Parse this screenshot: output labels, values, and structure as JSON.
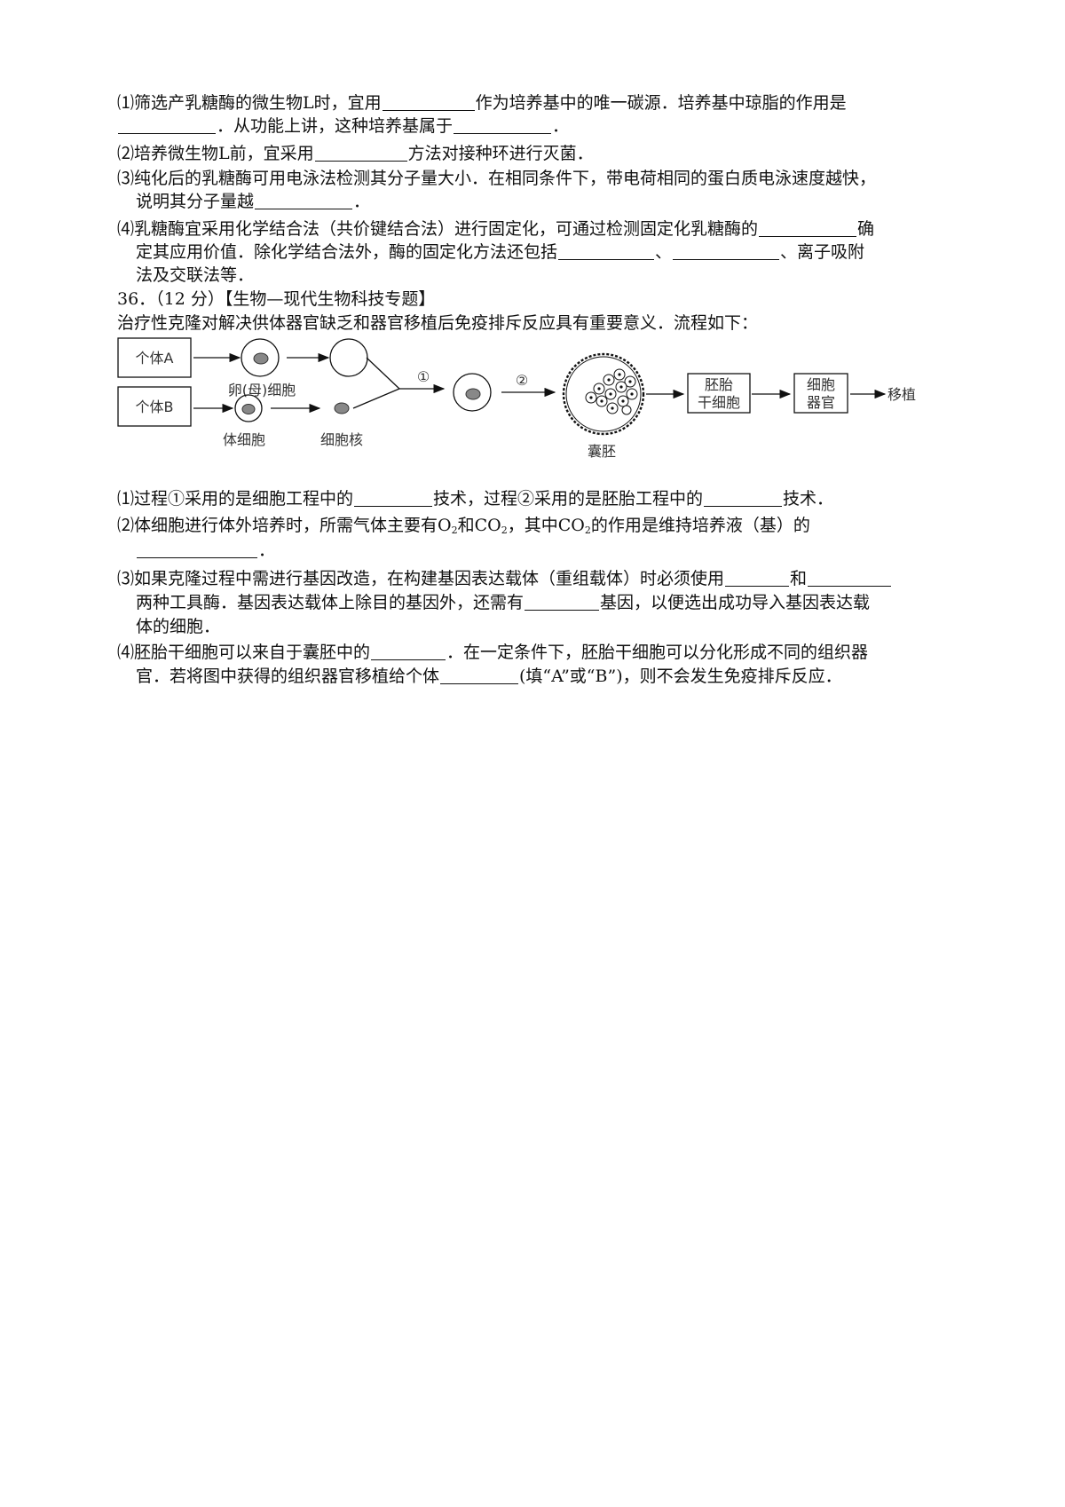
{
  "q35": {
    "p1": {
      "a": "⑴筛选产乳糖酶的微生物",
      "b": "L",
      "c": "时，宜用",
      "d": "作为培养基中的唯一碳源．培养基中琼脂的作用是",
      "e": "．从功能上讲，这种培养基属于",
      "f": "．"
    },
    "p2": {
      "a": "⑵培养微生物",
      "b": "L",
      "c": "前，宜采用",
      "d": "方法对接种环进行灭菌．"
    },
    "p3": {
      "a": "⑶纯化后的乳糖酶可用电泳法检测其分子量大小．在相同条件下，带电荷相同的蛋白质电泳速度越快，",
      "b": "说明其分子量越",
      "c": "．"
    },
    "p4": {
      "a": "⑷乳糖酶宜采用化学结合法（共价键结合法）进行固定化，可通过检测固定化乳糖酶的",
      "b": "确",
      "c": "定其应用价值．除化学结合法外，酶的固定化方法还包括",
      "d": "、",
      "e": "、离子吸附",
      "f": "法及交联法等．"
    }
  },
  "q36": {
    "header": "36．（12 分）【生物—现代生物科技专题】",
    "intro": "治疗性克隆对解决供体器官缺乏和器官移植后免疫排斥反应具有重要意义．流程如下：",
    "figure": {
      "individual_a": "个体A",
      "individual_b": "个体B",
      "oocyte": "卵(母)细胞",
      "somatic_cell": "体细胞",
      "nucleus": "细胞核",
      "step1": "①",
      "step2": "②",
      "blastocyst": "囊胚",
      "esc_line1": "胚胎",
      "esc_line2": "干细胞",
      "organ_line1": "细胞",
      "organ_line2": "器官",
      "transplant": "移植"
    },
    "p1": {
      "a": "⑴过程①采用的是细胞工程中的",
      "b": "技术，过程②采用的是胚胎工程中的",
      "c": "技术．"
    },
    "p2": {
      "a": "⑵体细胞进行体外培养时，所需气体主要有",
      "o2": "O",
      "o2sub": "2",
      "and": "和",
      "co2": "CO",
      "co2sub": "2",
      "b": "，其中",
      "co2b": "CO",
      "co2bsub": "2",
      "c": "的作用是维持培养液（基）的",
      "d": "．"
    },
    "p3": {
      "a": "⑶如果克隆过程中需进行基因改造，在构建基因表达载体（重组载体）时必须使用",
      "b": "和",
      "c": "两种工具酶．基因表达载体上除目的基因外，还需有",
      "d": "基因，以便选出成功导入基因表达载",
      "e": "体的细胞．"
    },
    "p4": {
      "a": "⑷胚胎干细胞可以来自于囊胚中的",
      "b": "．在一定条件下，胚胎干细胞可以分化形成不同的组织器",
      "c": "官．若将图中获得的组织器官移植给个体",
      "d": "(填“",
      "e": "A",
      "f": "”或“",
      "g": "B",
      "h": "”)，则不会发生免疫排斥反应．"
    }
  }
}
